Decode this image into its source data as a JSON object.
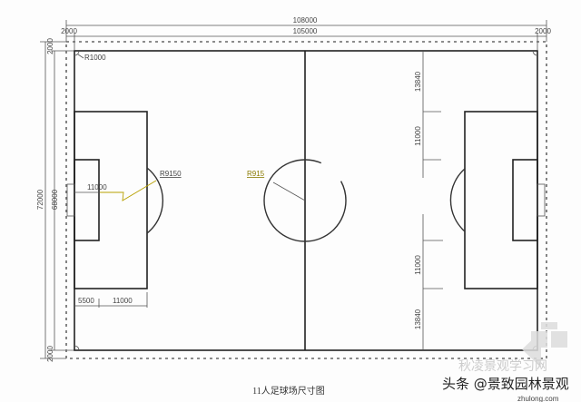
{
  "dimensions": {
    "total_length": "108000",
    "pitch_length": "105000",
    "margin_left": "2000",
    "margin_right": "2000",
    "margin_top": "2000",
    "margin_bottom": "2000",
    "total_width": "72000",
    "pitch_width": "68000",
    "corner_radius": "R1000",
    "penalty_spot": "11000",
    "penalty_arc_radius": "R9150",
    "center_circle_radius": "R915",
    "goal_area_depth": "5500",
    "penalty_area_depth": "11000",
    "right_top_segment": "13840",
    "right_upper_mid": "11000",
    "right_lower_mid": "11000",
    "right_bottom_segment": "13840"
  },
  "caption": "11人足球场尺寸图",
  "watermark": {
    "source": "头条 @景致园林景观",
    "faint_text": "秋凌景观学习网",
    "site": "zhulong.com"
  }
}
